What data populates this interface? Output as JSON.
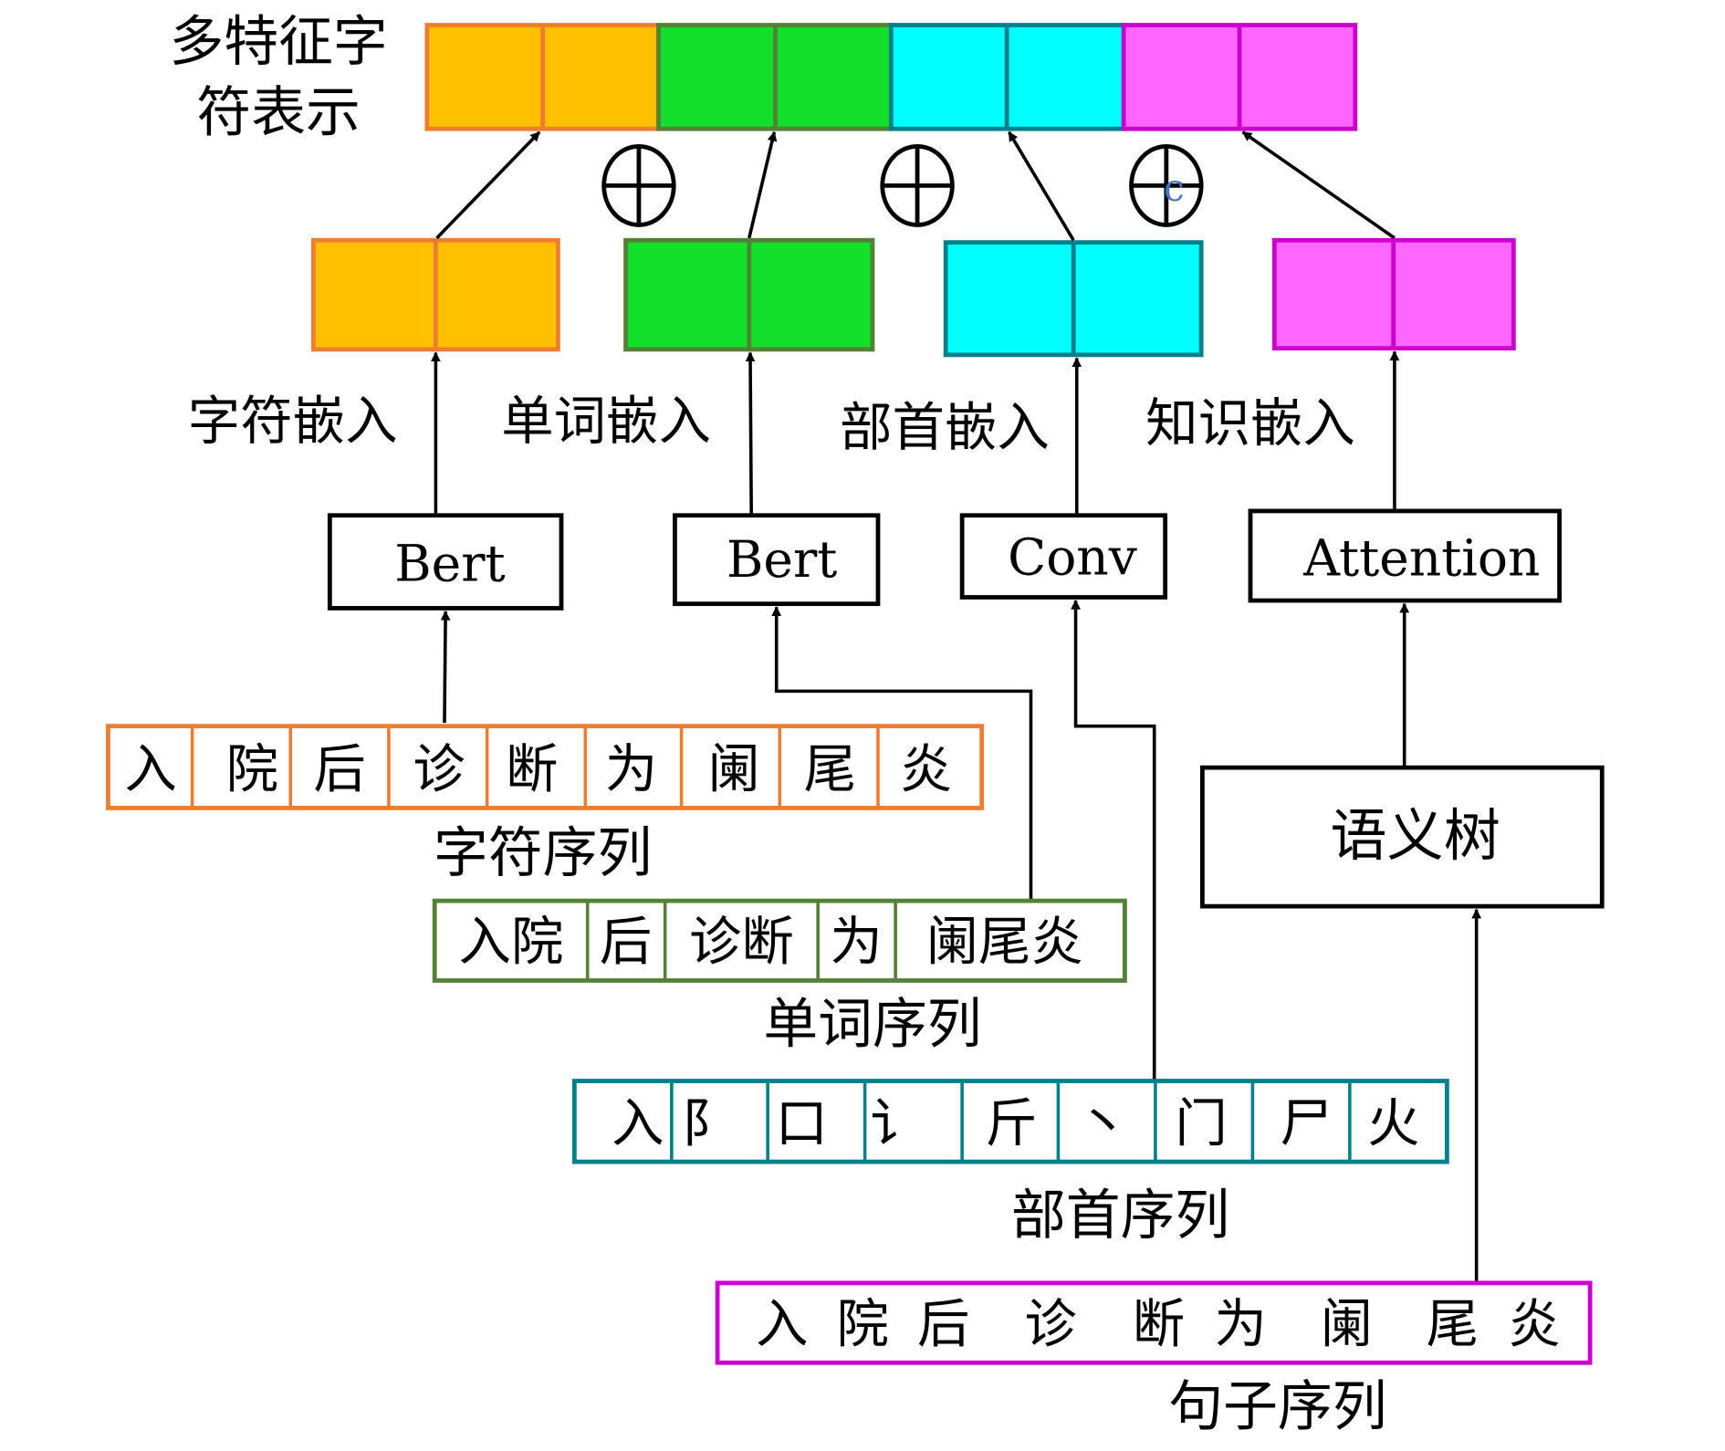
{
  "output_label": [
    "多特征字",
    "符表示"
  ],
  "concat_symbols": [
    "⊕",
    "⊕",
    "⊕"
  ],
  "concat_stray_mark": "c",
  "embedding_labels": [
    "字符嵌入",
    "单词嵌入",
    "部首嵌入",
    "知识嵌入"
  ],
  "encoders": [
    "Bert",
    "Bert",
    "Conv",
    "Attention"
  ],
  "semantic_tree_label": "语义树",
  "sequences": {
    "char": {
      "label": "字符序列",
      "tokens": [
        "入",
        "院",
        "后",
        "诊",
        "断",
        "为",
        "阑",
        "尾",
        "炎"
      ]
    },
    "word": {
      "label": "单词序列",
      "tokens": [
        "入院",
        "后",
        "诊断",
        "为",
        "阑尾炎"
      ]
    },
    "radical": {
      "label": "部首序列",
      "tokens": [
        "入",
        "阝",
        "口",
        "讠",
        "斤",
        "丶",
        "门",
        "尸",
        "火"
      ]
    },
    "sentence": {
      "label": "句子序列",
      "tokens": [
        "入",
        "院",
        "后",
        "诊",
        "断",
        "为",
        "阑",
        "尾",
        "炎"
      ]
    }
  },
  "colors": {
    "char_fill": "#FFC000",
    "char_border": "#ED7D31",
    "word_fill": "#12E02A",
    "word_border": "#538135",
    "radical_fill": "#00FFFF",
    "radical_border": "#00808A",
    "knowledge_fill": "#FF66FF",
    "knowledge_border": "#CC00CC",
    "stray_mark": "#4472C4"
  }
}
